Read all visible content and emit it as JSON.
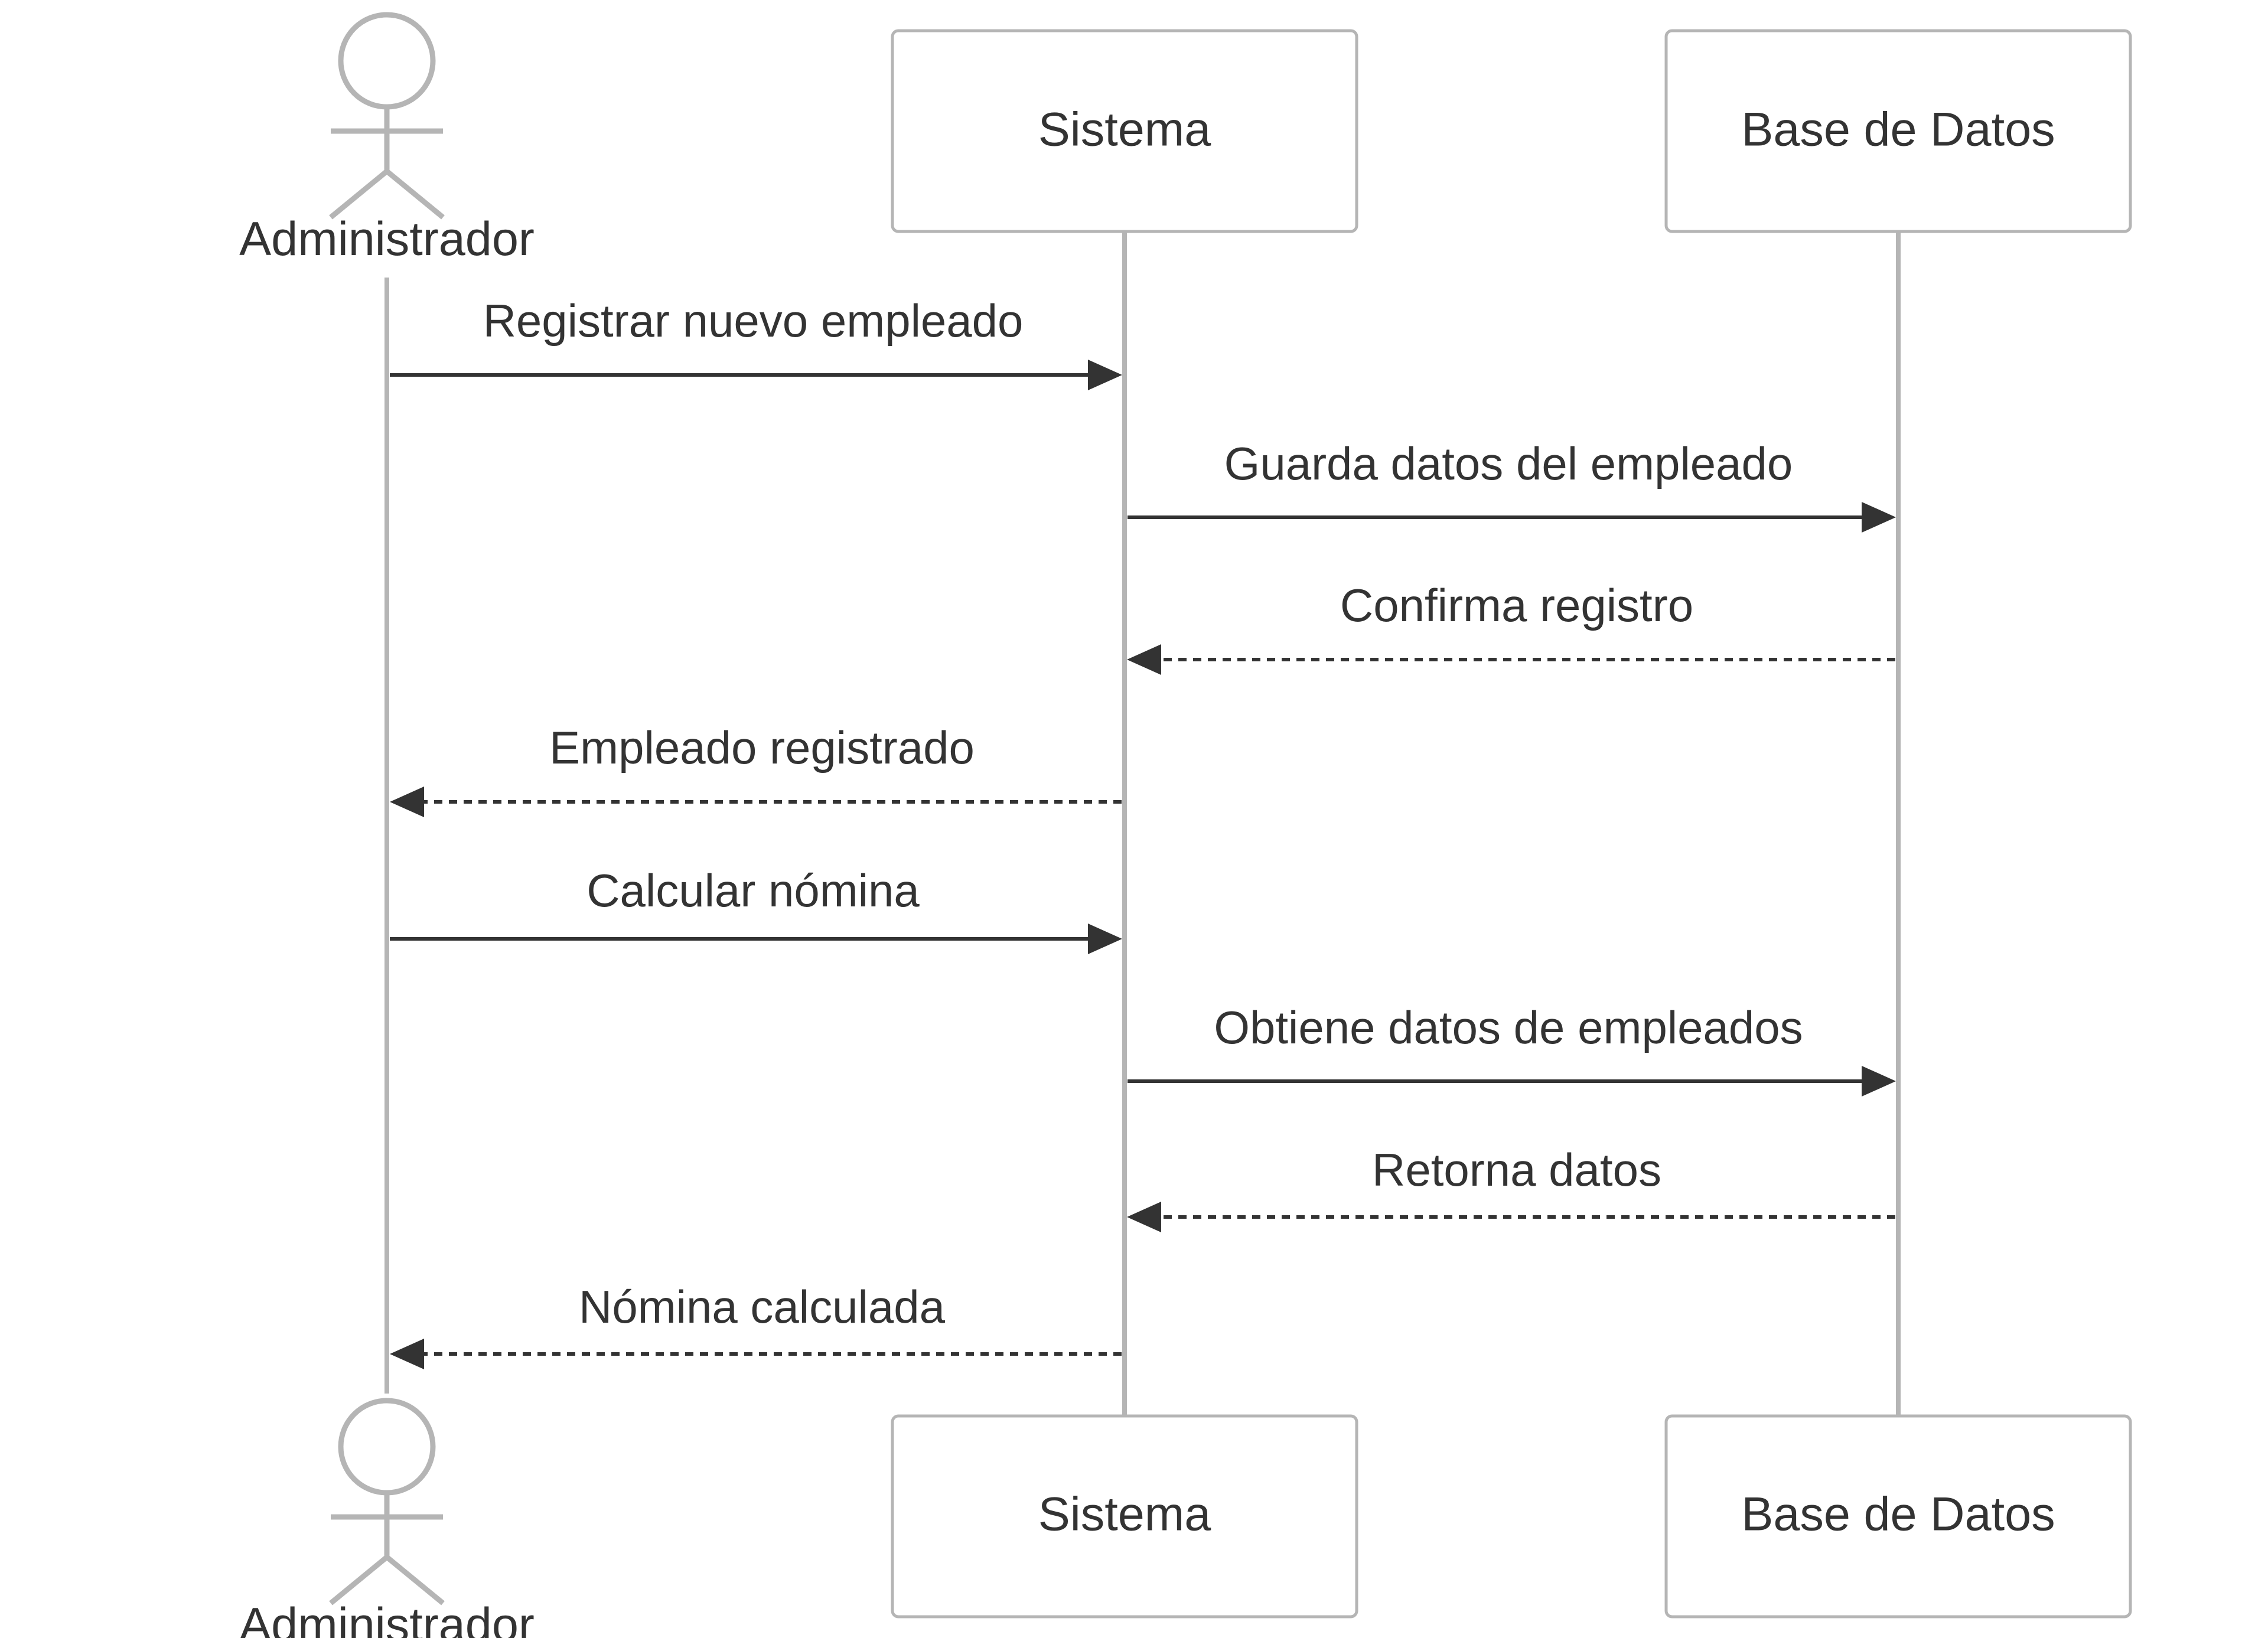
{
  "participants": [
    {
      "id": "admin",
      "name": "Administrador",
      "kind": "actor"
    },
    {
      "id": "sistema",
      "name": "Sistema",
      "kind": "participant"
    },
    {
      "id": "bd",
      "name": "Base de Datos",
      "kind": "participant"
    }
  ],
  "messages": [
    {
      "from": "admin",
      "to": "sistema",
      "text": "Registrar nuevo empleado",
      "style": "solid"
    },
    {
      "from": "sistema",
      "to": "bd",
      "text": "Guarda datos del empleado",
      "style": "solid"
    },
    {
      "from": "bd",
      "to": "sistema",
      "text": "Confirma registro",
      "style": "dashed"
    },
    {
      "from": "sistema",
      "to": "admin",
      "text": "Empleado registrado",
      "style": "dashed"
    },
    {
      "from": "admin",
      "to": "sistema",
      "text": "Calcular nómina",
      "style": "solid"
    },
    {
      "from": "sistema",
      "to": "bd",
      "text": "Obtiene datos de empleados",
      "style": "solid"
    },
    {
      "from": "bd",
      "to": "sistema",
      "text": "Retorna datos",
      "style": "dashed"
    },
    {
      "from": "sistema",
      "to": "admin",
      "text": "Nómina calculada",
      "style": "dashed"
    }
  ],
  "colors": {
    "lifeline": "#b5b5b5",
    "message": "#333333",
    "text": "#333333",
    "background": "#ffffff"
  }
}
